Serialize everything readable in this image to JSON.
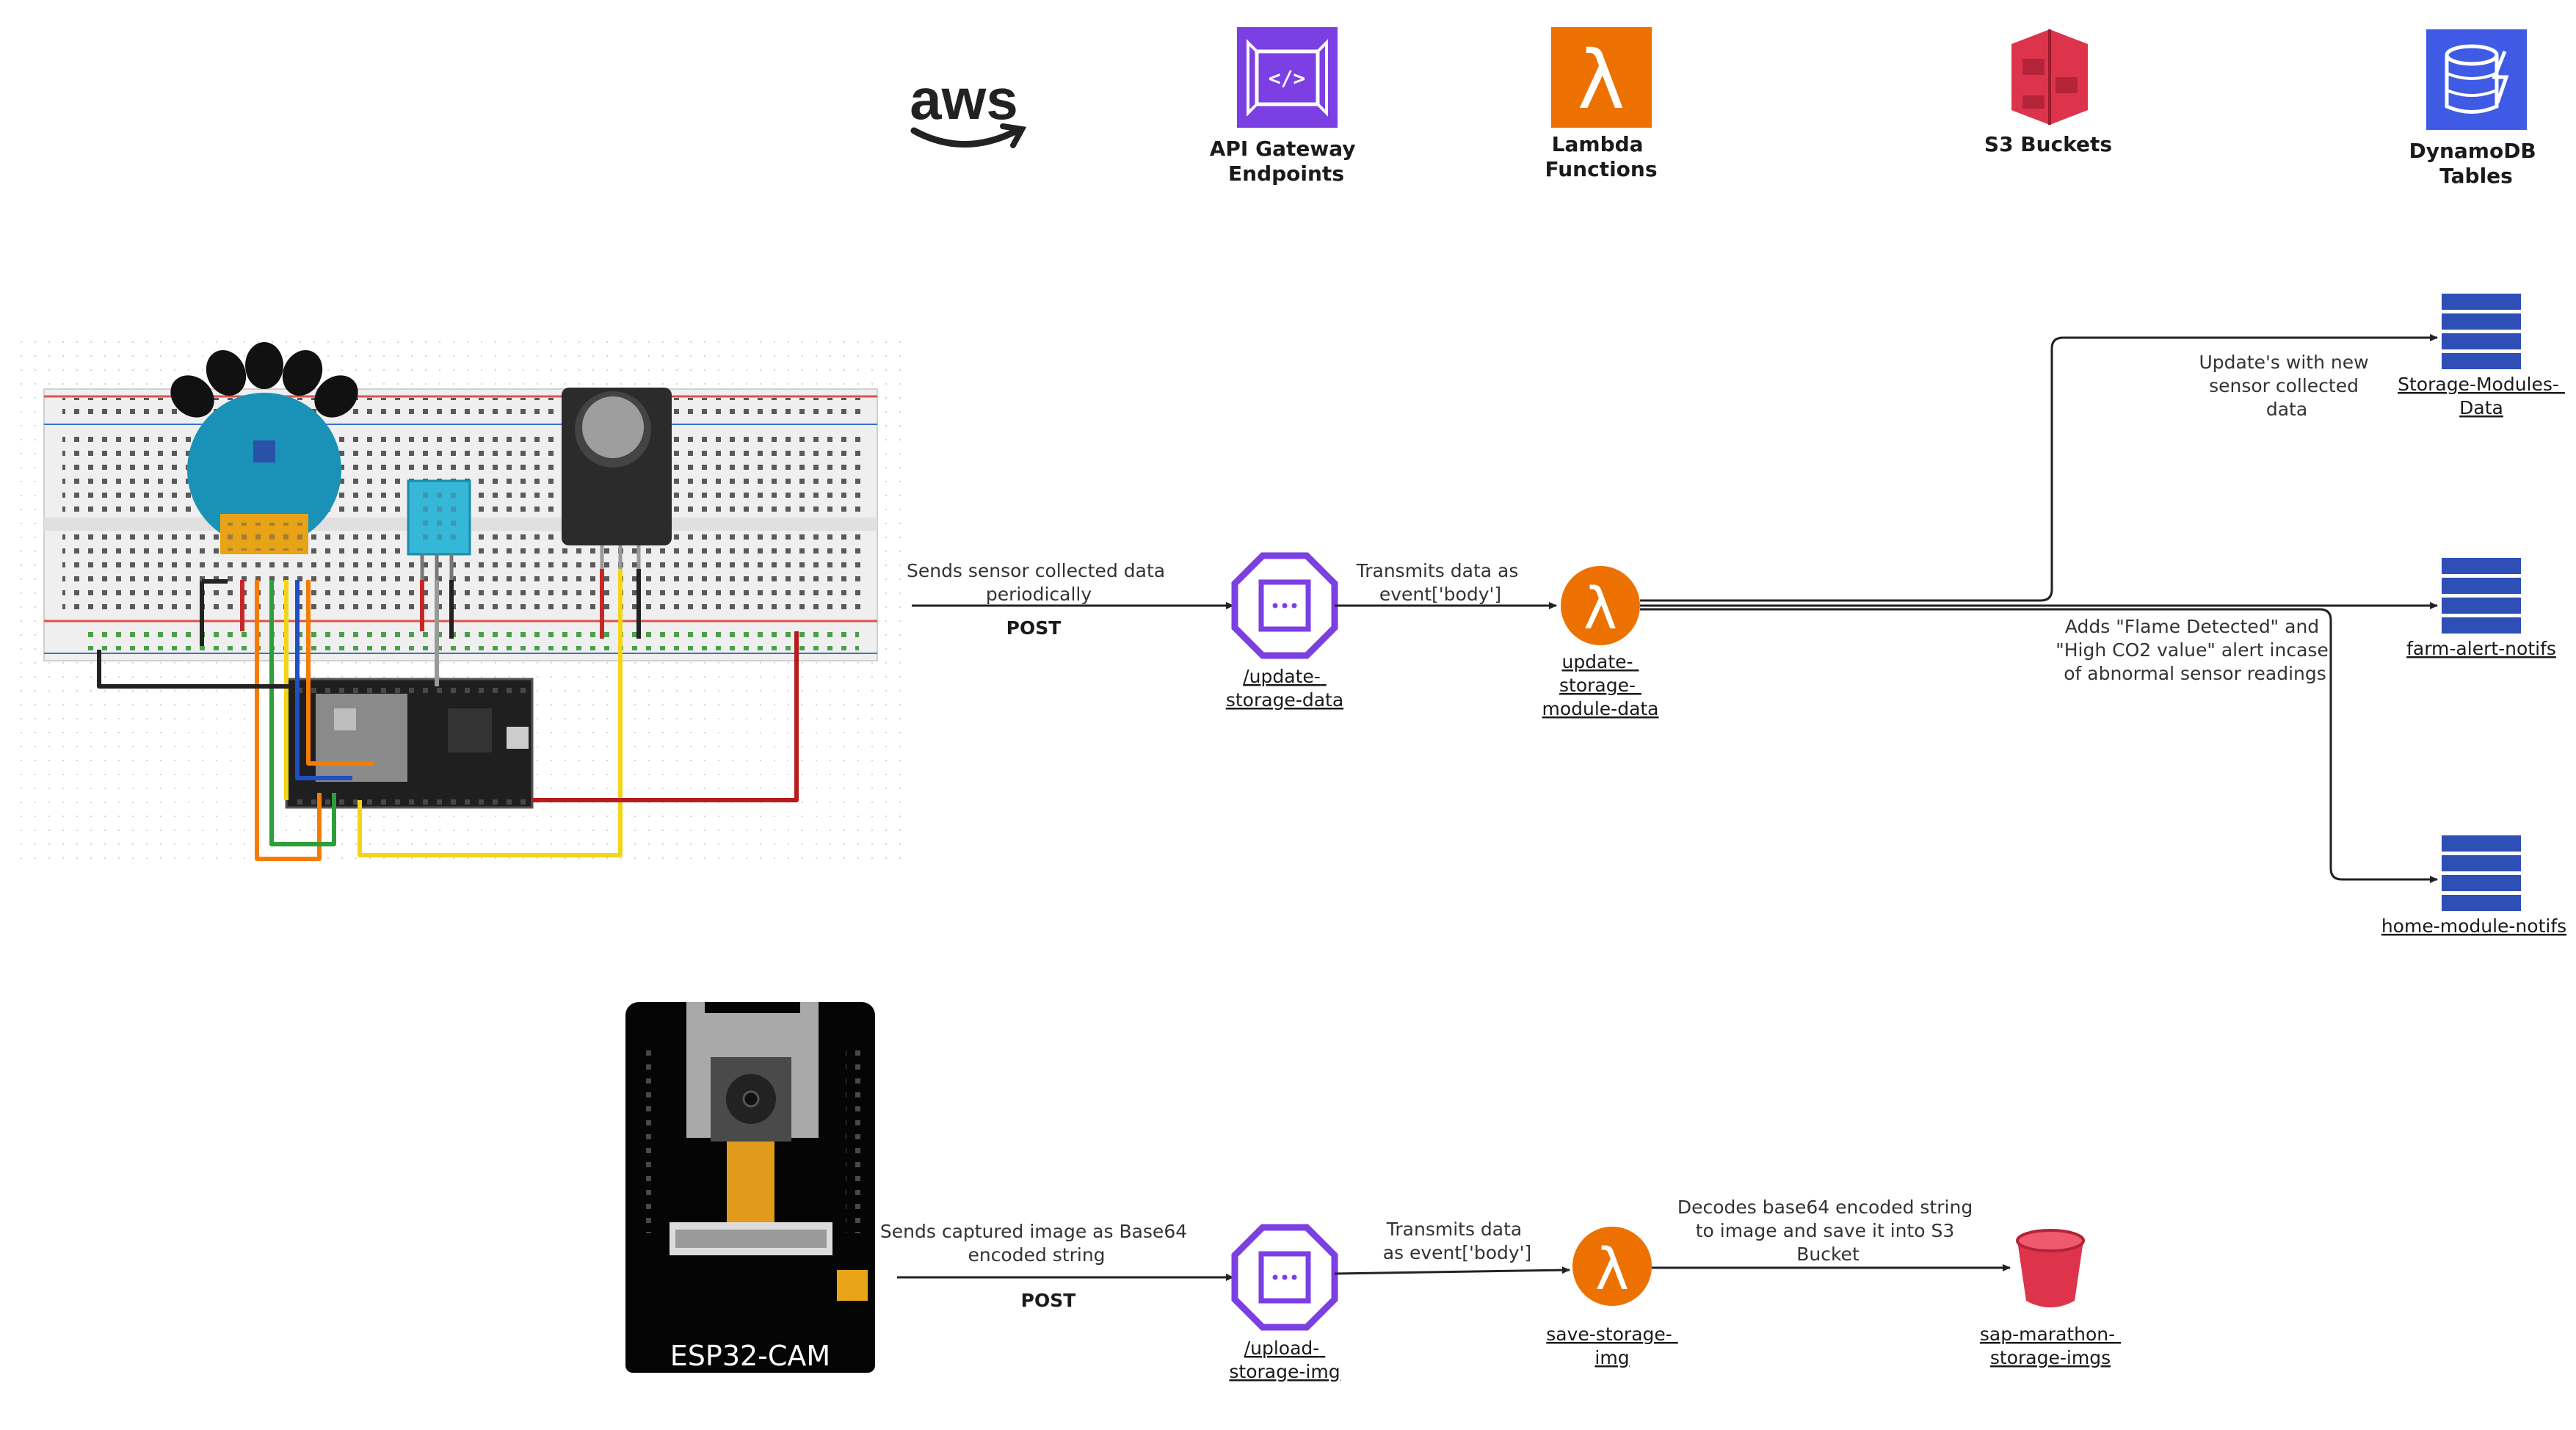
{
  "legend": {
    "aws": "aws",
    "api_gateway": [
      "API Gateway",
      "Endpoints"
    ],
    "lambda": [
      "Lambda",
      "Functions"
    ],
    "s3": "S3 Buckets",
    "dynamodb": [
      "DynamoDB",
      "Tables"
    ]
  },
  "sensor_flow": {
    "edge1_label": [
      "Sends sensor collected data",
      "periodically"
    ],
    "edge1_method": "POST",
    "endpoint": [
      "/update-",
      "storage-data"
    ],
    "edge2_label": [
      "Transmits data as",
      "event['body']"
    ],
    "lambda": [
      "update-",
      "storage-",
      "module-data"
    ],
    "edge_top_label": [
      "Update's with new",
      "sensor collected",
      "data"
    ],
    "table_top": [
      "Storage-Modules-",
      "Data"
    ],
    "edge_alert_label": [
      "Adds \"Flame Detected\" and",
      "\"High CO2 value\" alert incase",
      "of abnormal sensor readings"
    ],
    "table_mid": "farm-alert-notifs",
    "table_bottom": "home-module-notifs"
  },
  "camera_flow": {
    "device_label": "ESP32-CAM",
    "edge1_label": [
      "Sends captured image as Base64",
      "encoded string"
    ],
    "edge1_method": "POST",
    "endpoint": [
      "/upload-",
      "storage-img"
    ],
    "edge2_label": [
      "Transmits data",
      "as event['body']"
    ],
    "lambda": [
      "save-storage-",
      "img"
    ],
    "edge3_label": [
      "Decodes base64 encoded string",
      "to image and save it into S3",
      "Bucket"
    ],
    "bucket": [
      "sap-marathon-",
      "storage-imgs"
    ]
  },
  "colors": {
    "api_gateway": "#7B3FE4",
    "lambda": "#ED7100",
    "s3": "#DD344C",
    "dynamodb": "#3F5BE5",
    "table_icon": "#2E4FB5",
    "board_blue": "#1A92B8"
  }
}
